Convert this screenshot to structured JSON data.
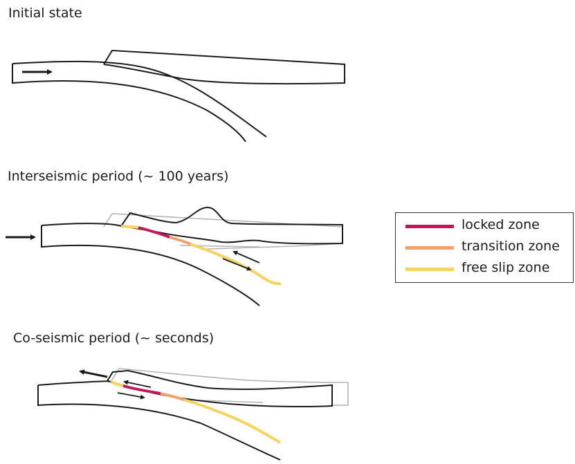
{
  "panels": {
    "initial": {
      "title": "Initial state"
    },
    "interseismic": {
      "title": "Interseismic period (~  100 years)"
    },
    "coseismic": {
      "title": "Co-seismic period (~ seconds)"
    }
  },
  "legend": {
    "items": [
      {
        "label": "locked zone",
        "color": "#c2185b"
      },
      {
        "label": "transition zone",
        "color": "#f4a06a"
      },
      {
        "label": "free slip zone",
        "color": "#f7d35c"
      }
    ]
  },
  "colors": {
    "outline": "#1a1a1a",
    "ghost": "#b3b3b3"
  },
  "icons": [
    "convergence-arrow-icon",
    "slip-arrow-icon",
    "rebound-arrow-icon"
  ]
}
